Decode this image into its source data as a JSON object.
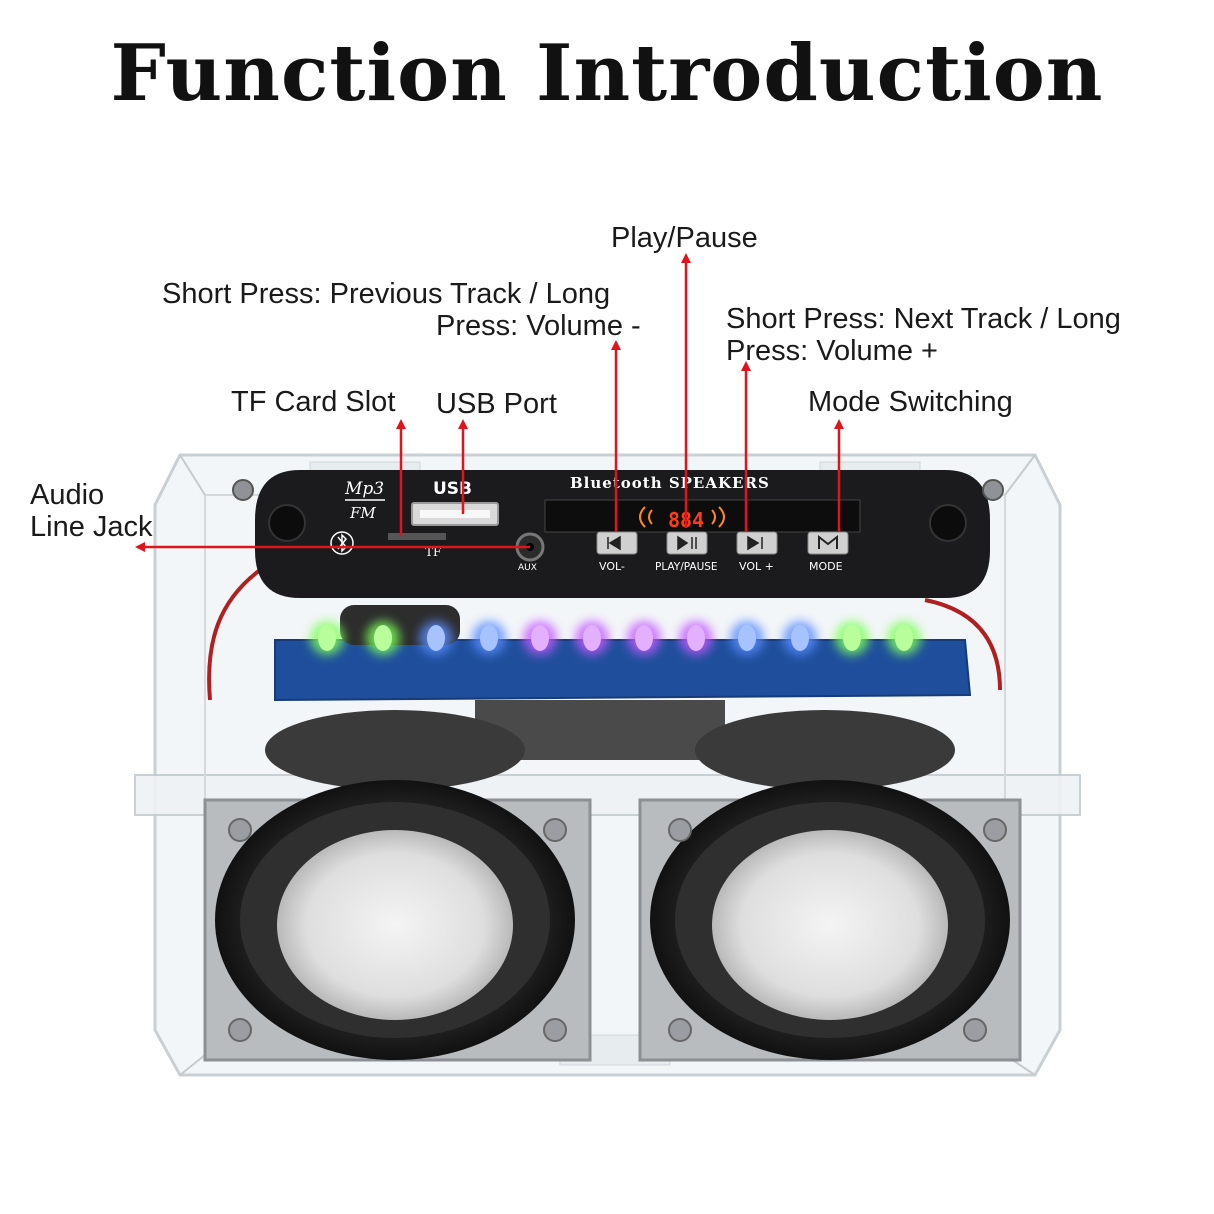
{
  "title": "Function Introduction",
  "callouts": {
    "play_pause": "Play/Pause",
    "prev_line1": "Short Press: Previous Track / Long",
    "prev_line2": "Press: Volume -",
    "next_line1": "Short Press: Next Track / Long",
    "next_line2": "Press: Volume +",
    "tf_card": "TF Card Slot",
    "usb_port": "USB Port",
    "mode_switching": "Mode Switching",
    "aux_line1": "Audio",
    "aux_line2": "Line Jack"
  },
  "device": {
    "brand_mp3": "Mp3",
    "brand_fm": "FM",
    "usb_label": "USB",
    "panel_title": "Bluetooth  SPEAKERS",
    "display_value": "884",
    "tf_label": "TF",
    "aux_label": "AUX",
    "btn_vol_minus": "VOL-",
    "btn_play_pause": "PLAY/PAUSE",
    "btn_vol_plus": "VOL +",
    "btn_mode": "MODE"
  },
  "colors": {
    "arrow": "#e0141a",
    "panel": "#1b1b1d",
    "pcb": "#1f4f9c",
    "led_green": "#7dff5a",
    "led_blue": "#5a8cff",
    "led_purple": "#c35aff",
    "display": "#ff3b1a"
  }
}
